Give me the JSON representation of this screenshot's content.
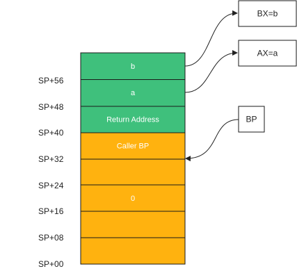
{
  "colors": {
    "green": "#3fc07c",
    "orange": "#ffb20f",
    "border": "#1a1a1a",
    "arrow": "#222222"
  },
  "stack": {
    "cells": [
      {
        "label": "b",
        "color": "green"
      },
      {
        "label": "a",
        "color": "green"
      },
      {
        "label": "Return Address",
        "color": "green"
      },
      {
        "label": "Caller BP",
        "color": "orange"
      },
      {
        "label": "",
        "color": "orange"
      },
      {
        "label": "",
        "color": "orange"
      },
      {
        "label": "",
        "color": "orange"
      },
      {
        "label": "",
        "color": "orange"
      }
    ],
    "zero_label": "0",
    "offsets": [
      "SP+56",
      "SP+48",
      "SP+40",
      "SP+32",
      "SP+24",
      "SP+16",
      "SP+08",
      "SP+00"
    ]
  },
  "registers": {
    "bx": "BX=b",
    "ax": "AX=a",
    "bp": "BP"
  }
}
